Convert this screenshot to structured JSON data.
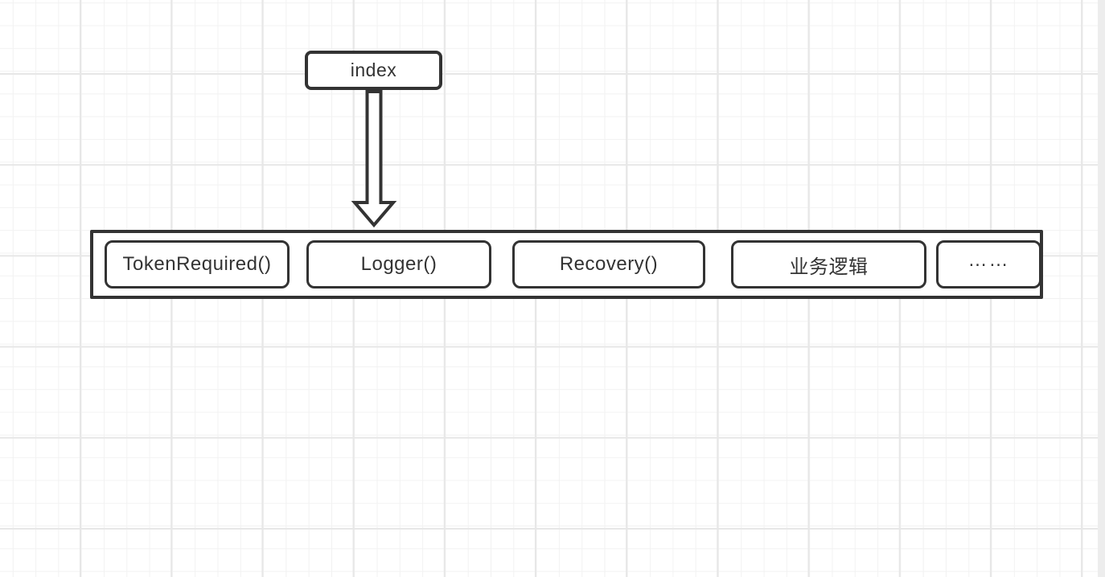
{
  "canvas": {
    "colors": {
      "background": "#ffffff",
      "grid_minor": "#f2f2f2",
      "grid_major": "#e7e7e7",
      "stroke": "#333333",
      "text": "#333333",
      "node_fill": "#ffffff",
      "scrollbar_track": "#ededed"
    }
  },
  "diagram": {
    "index_node": {
      "label": "index"
    },
    "arrow": {
      "icon": "hollow-down-arrow"
    },
    "pipeline": {
      "items": [
        {
          "label": "TokenRequired()"
        },
        {
          "label": "Logger()"
        },
        {
          "label": "Recovery()"
        },
        {
          "label": "业务逻辑"
        },
        {
          "label": "……"
        }
      ]
    }
  }
}
